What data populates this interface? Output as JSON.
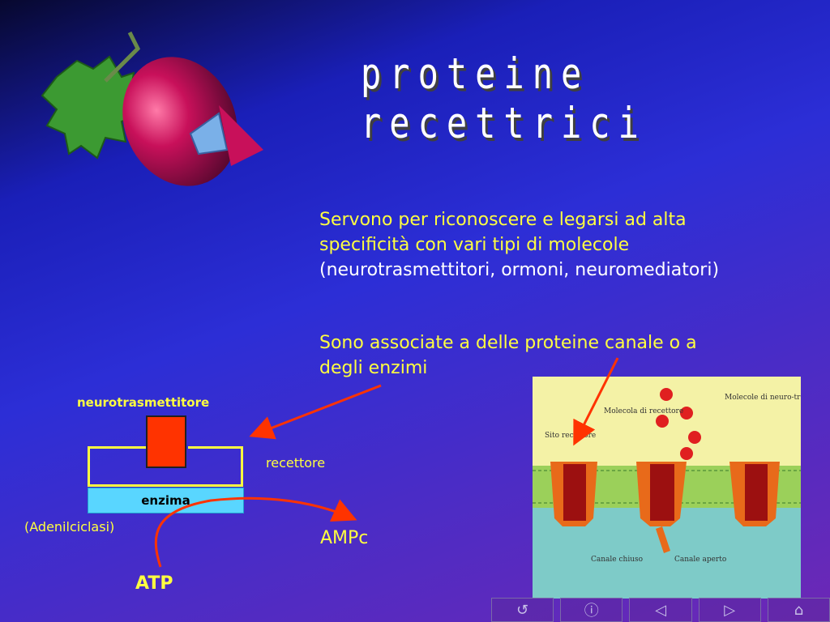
{
  "slide": {
    "title": "proteine recettrici",
    "paragraph1_yellow": "Servono per riconoscere e legarsi ad alta specificità con vari tipi di molecole",
    "paragraph1_white": "(neurotrasmettitori, ormoni, neuromediatori)",
    "paragraph2": "Sono associate a delle proteine canale o a degli enzimi"
  },
  "diagram": {
    "neurotransmitter_label": "neurotrasmettitore",
    "receptor_label": "recettore",
    "enzyme_label": "enzima",
    "adenylcyclase_label": "(Adenilciclasi)",
    "ampc_label": "AMPc",
    "atp_label": "ATP"
  },
  "figure": {
    "label_molecules": "Molecole di neuro-trasmettitore",
    "label_receptor_molecule": "Molecola di recettore",
    "label_receptor_site": "Sito recettore",
    "label_closed_channel": "Canale chiuso",
    "label_open_channel": "Canale aperto"
  },
  "navigation": {
    "buttons": [
      "↺",
      "ⓘ",
      "◁",
      "▷",
      "⌂"
    ]
  },
  "colors": {
    "text_yellow": "#ffff40",
    "arrow_red": "#ff3300",
    "enzyme_cyan": "#59d6ff"
  }
}
